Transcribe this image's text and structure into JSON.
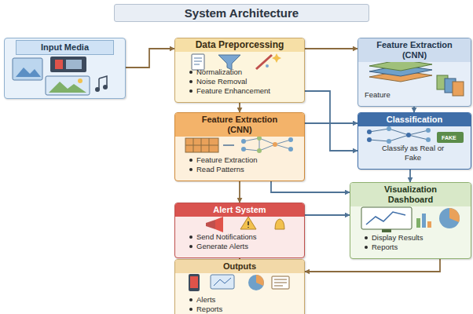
{
  "diagram": {
    "title": "System Architecture",
    "nodes": [
      {
        "text": [
          "Input Media"
        ]
      },
      {
        "text": [
          "Data Preporcessing",
          "Normalization",
          "Noise Removal",
          "Feature Enhancement"
        ]
      },
      {
        "text": [
          "Feature Extraction (CNN)",
          "Feature"
        ]
      },
      {
        "text": [
          "Feature Extraction (CNN)",
          "Feature Extraction",
          "Read Patterns"
        ]
      },
      {
        "text": [
          "Classification",
          "Classify as Real or Fake"
        ]
      },
      {
        "text": [
          "Visualization Dashboard",
          "Display Results",
          "Reports"
        ]
      },
      {
        "text": [
          "Alert System",
          "Send Notifications",
          "Generate Alerts"
        ]
      },
      {
        "text": [
          "Outputs",
          "Alerts",
          "Reports"
        ]
      }
    ],
    "edges": [
      {
        "from": 0,
        "to": 1,
        "arrow": "to"
      },
      {
        "from": 1,
        "to": 2,
        "arrow": "to"
      },
      {
        "from": 1,
        "to": 3,
        "arrow": "to"
      },
      {
        "from": 1,
        "to": 4,
        "arrow": "to"
      },
      {
        "from": 2,
        "to": 4,
        "arrow": "to"
      },
      {
        "from": 3,
        "to": 4,
        "arrow": "to"
      },
      {
        "from": 4,
        "to": 5,
        "arrow": "to"
      },
      {
        "from": 3,
        "to": 6,
        "arrow": "to"
      },
      {
        "from": 3,
        "to": 5,
        "arrow": "to"
      },
      {
        "from": 6,
        "to": 5,
        "arrow": "to"
      },
      {
        "from": 5,
        "to": 7,
        "arrow": "to"
      },
      {
        "from": 6,
        "to": 7,
        "arrow": "to"
      }
    ],
    "labels": [
      "FAKE"
    ]
  }
}
